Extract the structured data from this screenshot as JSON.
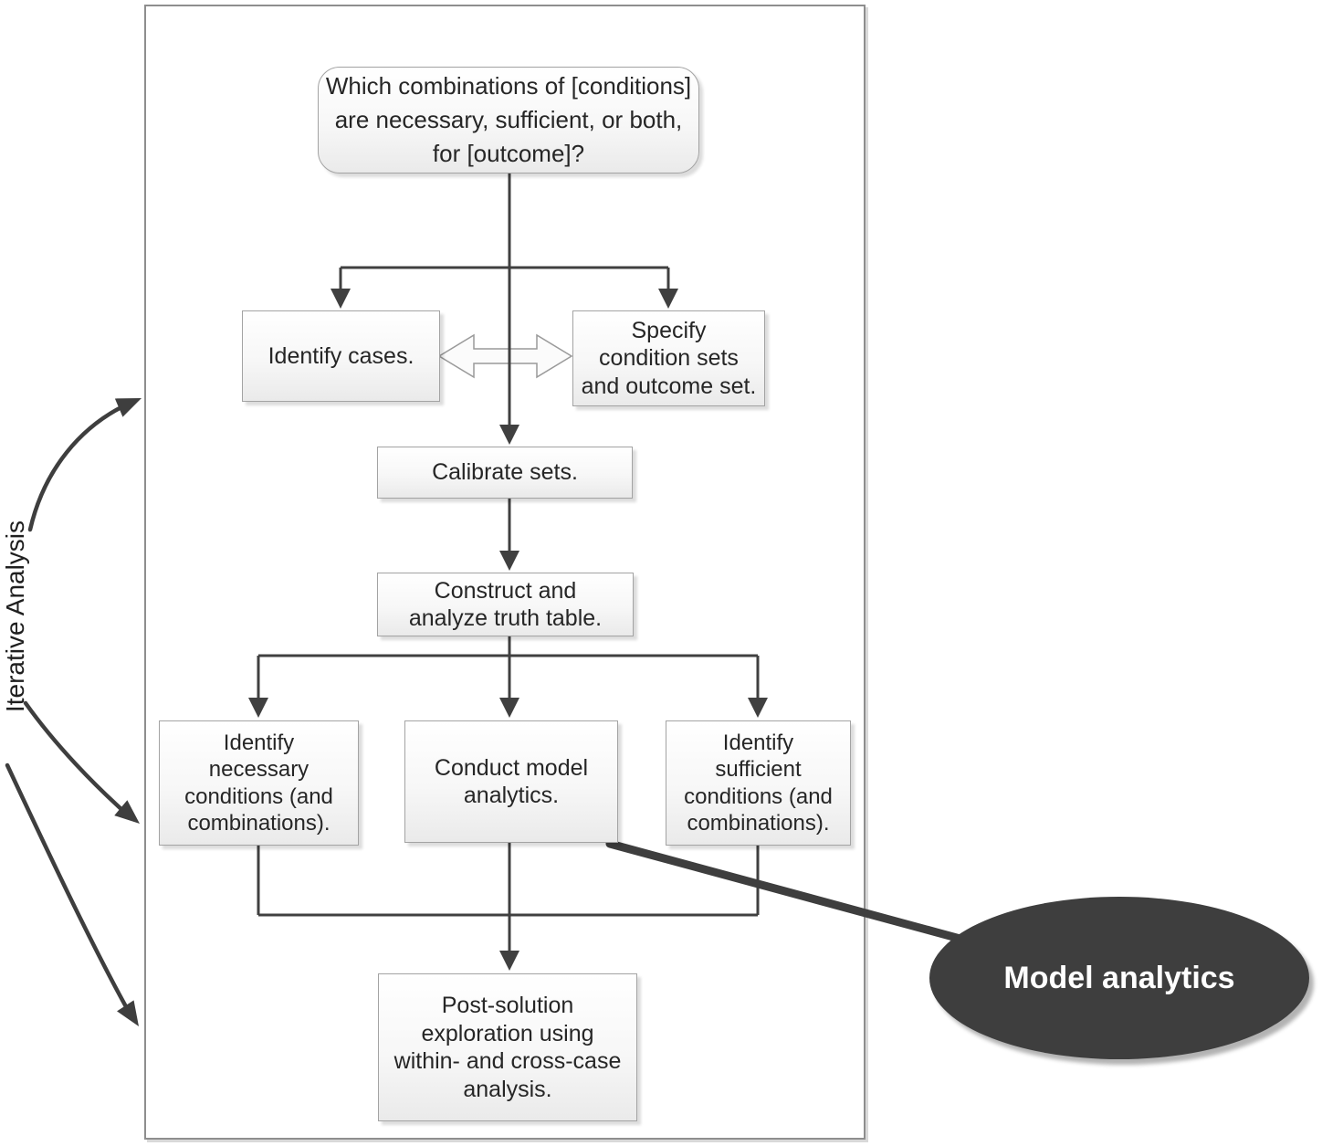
{
  "diagram": {
    "title_hint": "QCA process flowchart",
    "question": {
      "lines": [
        "Which combinations of [conditions]",
        "are necessary, sufficient, or both,",
        "for [outcome]?"
      ]
    },
    "identify_cases": {
      "lines": [
        "Identify cases."
      ]
    },
    "specify_sets": {
      "lines": [
        "Specify",
        "condition sets",
        "and outcome set."
      ]
    },
    "calibrate": {
      "lines": [
        "Calibrate sets."
      ]
    },
    "truth_table": {
      "lines": [
        "Construct and",
        "analyze truth table."
      ]
    },
    "necessary": {
      "lines": [
        "Identify",
        "necessary",
        "conditions (and",
        "combinations)."
      ]
    },
    "model_box": {
      "lines": [
        "Conduct model",
        "analytics."
      ]
    },
    "sufficient": {
      "lines": [
        "Identify",
        "sufficient",
        "conditions (and",
        "combinations)."
      ]
    },
    "post_solution": {
      "lines": [
        "Post-solution",
        "exploration using",
        "within- and cross-case",
        "analysis."
      ]
    },
    "side_label": "Iterative Analysis",
    "callout_label": "Model analytics",
    "colors": {
      "connector_line": "#404040",
      "arrowhead": "#404040",
      "iterative_arc": "#3e3e3e",
      "node_border": "#a3a3a3",
      "node_fill_top": "#ffffff",
      "node_fill_bottom": "#eaeaea",
      "frame_border": "#8e8e8e",
      "callout_fill": "#3e3e3e",
      "callout_text": "#ffffff",
      "double_arrow_fill": "#fbfbfb",
      "double_arrow_outline": "#9a9a9a",
      "text": "#262626"
    }
  }
}
